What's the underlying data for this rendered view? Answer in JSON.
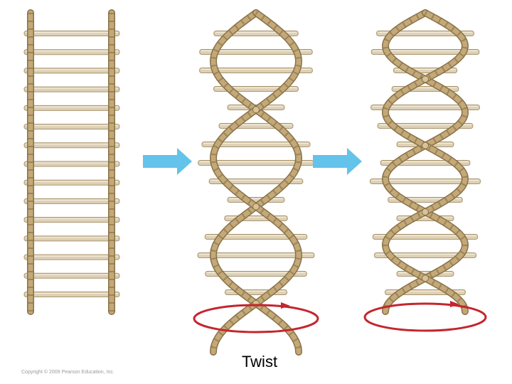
{
  "figure": {
    "caption": "Twist",
    "copyright": "Copyright © 2009 Pearson Education, Inc.",
    "panels": [
      {
        "id": "untwisted-ladder",
        "rungs": 15,
        "twist": false
      },
      {
        "id": "twisted-ladder-loose",
        "rungs": 15,
        "twist": true
      },
      {
        "id": "twisted-ladder-tight",
        "rungs": 15,
        "twist": true
      }
    ],
    "colors": {
      "rail": "#c3a978",
      "rail_edge": "#8a7248",
      "rung": "#ddd0b4",
      "rung_edge": "#a89572",
      "arrow": "#63c3ea",
      "twist_ring": "#c4262e"
    }
  }
}
